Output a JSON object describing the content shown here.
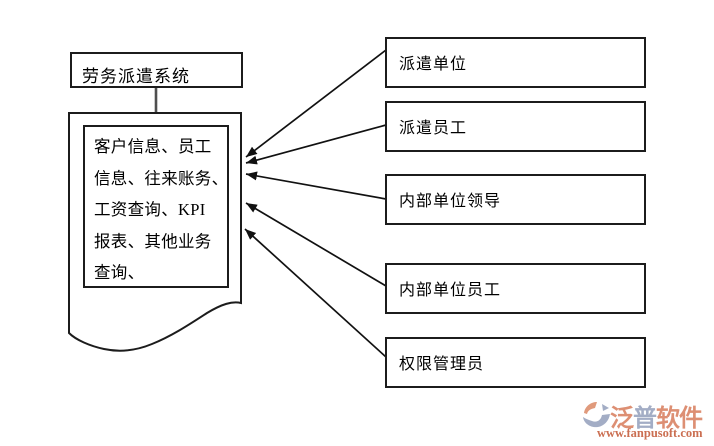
{
  "diagram": {
    "system_box": {
      "label": "劳务派遣系统"
    },
    "document_box": {
      "lines": [
        "客户信息、员工",
        "信息、往来账务、",
        "工资查询、KPI",
        "报表、其他业务",
        "查询、"
      ]
    },
    "actor_boxes": [
      {
        "label": "派遣单位"
      },
      {
        "label": "派遣员工"
      },
      {
        "label": "内部单位领导"
      },
      {
        "label": "内部单位员工"
      },
      {
        "label": "权限管理员"
      }
    ]
  },
  "watermark": {
    "brand_chars": [
      "泛",
      "普",
      "软",
      "件"
    ],
    "brand_char_colors": [
      "#dd8f73",
      "#a3adc5",
      "#dd8f73",
      "#dd8f73"
    ],
    "url": "www.fanpusoft.com",
    "url_color": "#cb6f52",
    "icon_orange": "#e09a7c",
    "icon_gray_blue": "#a3adc5"
  },
  "style_colors": {
    "box_border": "#1c1c1c",
    "arrow": "#111111",
    "connector": "#4f4f4f",
    "background": "#ffffff"
  }
}
